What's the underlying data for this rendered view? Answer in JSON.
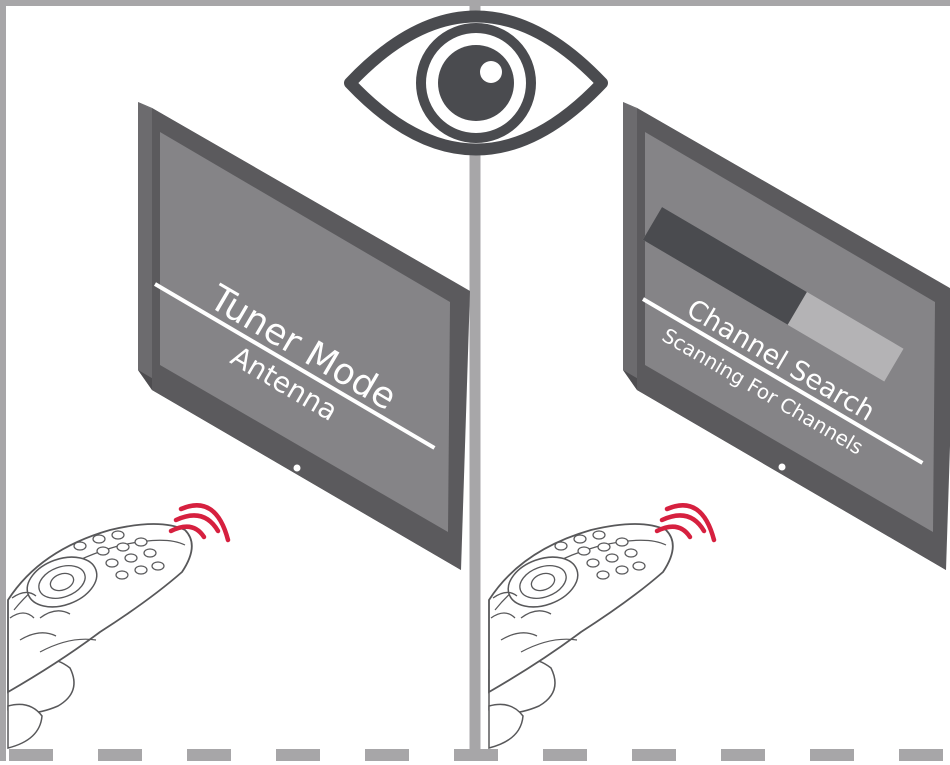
{
  "panels": {
    "left": {
      "screen_title": "Tuner Mode",
      "screen_subtitle": "Antenna"
    },
    "right": {
      "screen_title": "Channel Search",
      "screen_subtitle": "Scanning For Channels",
      "progress_fraction": 0.6
    }
  },
  "icons": {
    "top_center": "eye-icon",
    "remote": "remote-control-icon",
    "signal": "signal-waves-icon"
  },
  "colors": {
    "frame": "#a7a6a8",
    "tv_body": "#5b5a5d",
    "tv_screen": "#858487",
    "eye": "#4a4b4f",
    "signal": "#d6203f",
    "progress_filled": "#4a4b4f",
    "progress_empty": "#b4b3b5",
    "text_on_screen": "#ffffff"
  }
}
